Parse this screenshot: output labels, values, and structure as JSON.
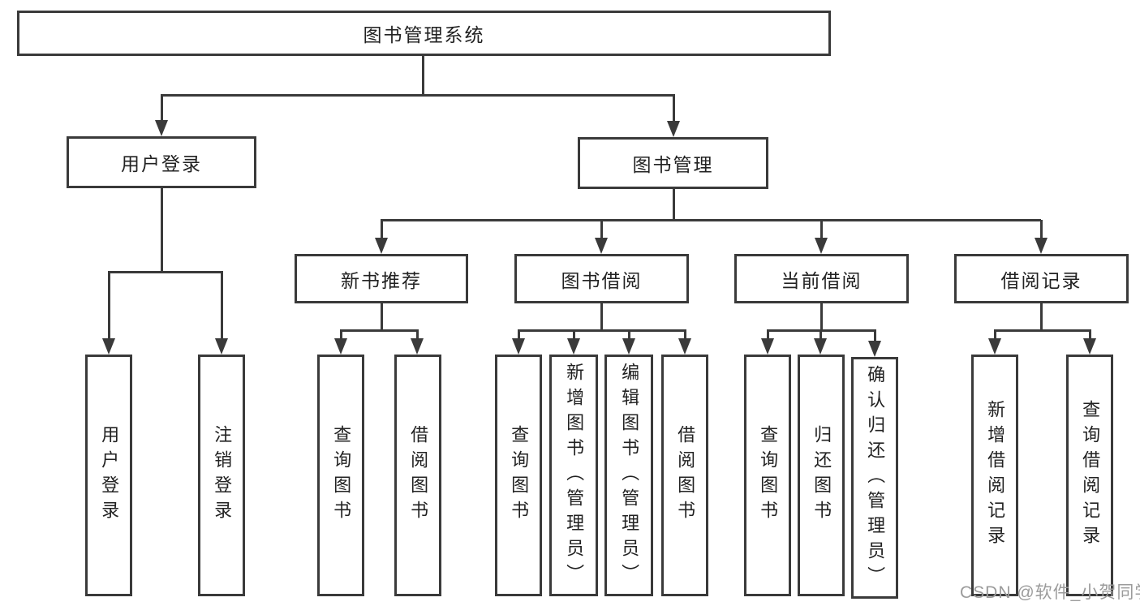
{
  "diagram": {
    "root_label": "图书管理系统",
    "user_login": {
      "label": "用户登录",
      "children": [
        "用户登录",
        "注销登录"
      ]
    },
    "book_mgmt": {
      "label": "图书管理"
    },
    "new_books": {
      "label": "新书推荐",
      "children": [
        "查询图书",
        "借阅图书"
      ]
    },
    "book_borrow": {
      "label": "图书借阅",
      "children": [
        "查询图书",
        "新增图书（管理员）",
        "编辑图书（管理员）",
        "借阅图书"
      ]
    },
    "current_borrow": {
      "label": "当前借阅",
      "children": [
        "查询图书",
        "归还图书",
        "确认归还（管理员）"
      ]
    },
    "borrow_records": {
      "label": "借阅记录",
      "children": [
        "新增借阅记录",
        "查询借阅记录"
      ]
    }
  },
  "watermark": {
    "text": "CSDN @软件_小贺同学"
  },
  "colors": {
    "line": "#3a3a3a",
    "text": "#222222",
    "watermark": "#9b9b9b",
    "bg": "#ffffff"
  }
}
